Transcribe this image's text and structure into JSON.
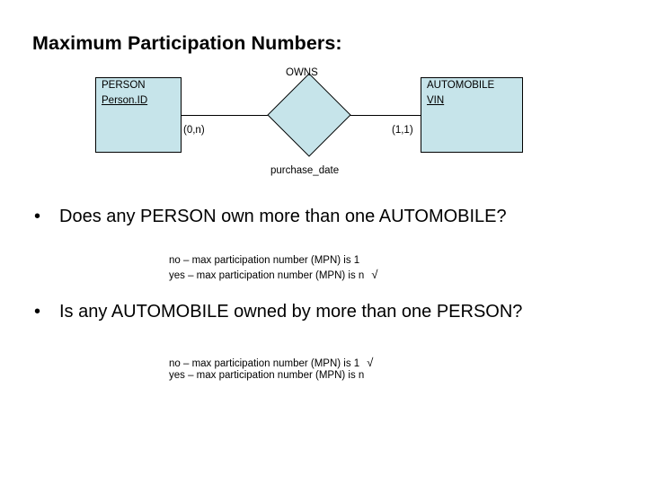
{
  "slide": {
    "title": "Maximum Participation Numbers:",
    "diagram": {
      "person_entity": {
        "name": "PERSON",
        "key_attribute": "Person.ID"
      },
      "automobile_entity": {
        "name": "AUTOMOBILE",
        "key_attribute": "VIN"
      },
      "relationship": {
        "name": "OWNS",
        "attribute": "purchase_date"
      },
      "cardinality_left": "(0,n)",
      "cardinality_right": "(1,1)",
      "fill_color": "#c6e4ea",
      "line_color": "#000000"
    },
    "bullets": [
      {
        "marker": "•",
        "text": "Does any PERSON own more than one AUTOMOBILE?",
        "answers": [
          {
            "text": "no – max participation number (MPN) is 1",
            "check": ""
          },
          {
            "text": "yes – max participation number (MPN) is n",
            "check": "√"
          }
        ]
      },
      {
        "marker": "•",
        "text": "Is any AUTOMOBILE owned by more than one PERSON?",
        "answers": [
          {
            "text": "no – max participation number (MPN) is 1",
            "check": "√"
          },
          {
            "text": "yes – max participation number (MPN) is n",
            "check": ""
          }
        ]
      }
    ]
  }
}
